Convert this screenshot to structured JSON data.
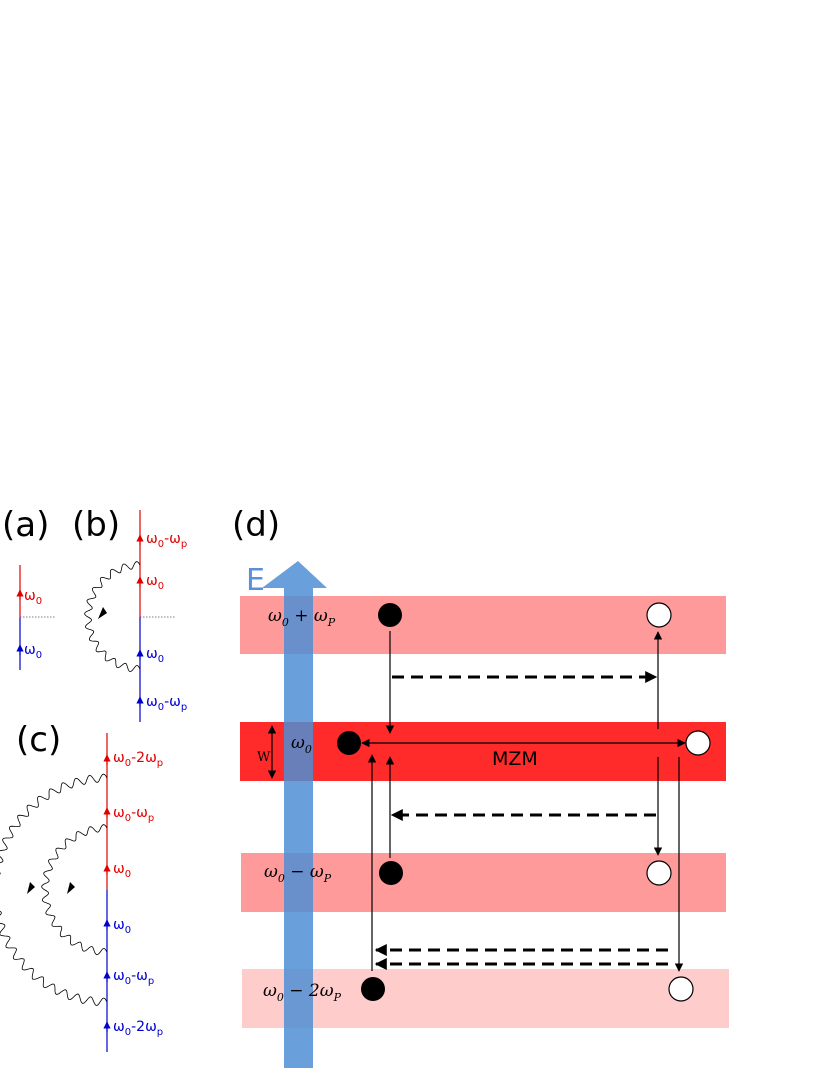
{
  "panels": {
    "a": {
      "label": "(a)",
      "levels": [
        {
          "base": "ω",
          "sub": "0",
          "suffix": "",
          "color": "#e00000"
        },
        {
          "base": "ω",
          "sub": "0",
          "suffix": "",
          "color": "#0000d0"
        }
      ]
    },
    "b": {
      "label": "(b)",
      "levels": [
        {
          "base": "ω",
          "sub": "0",
          "suffix": "-ω",
          "suffix_sub": "p",
          "color": "#e00000"
        },
        {
          "base": "ω",
          "sub": "0",
          "suffix": "",
          "suffix_sub": "",
          "color": "#e00000"
        },
        {
          "base": "ω",
          "sub": "0",
          "suffix": "",
          "suffix_sub": "",
          "color": "#0000d0"
        },
        {
          "base": "ω",
          "sub": "0",
          "suffix": "-ω",
          "suffix_sub": "p",
          "color": "#0000d0"
        }
      ]
    },
    "c": {
      "label": "(c)",
      "levels": [
        {
          "base": "ω",
          "sub": "0",
          "suffix": "-2ω",
          "suffix_sub": "p",
          "color": "#e00000"
        },
        {
          "base": "ω",
          "sub": "0",
          "suffix": "-ω",
          "suffix_sub": "p",
          "color": "#e00000"
        },
        {
          "base": "ω",
          "sub": "0",
          "suffix": "",
          "suffix_sub": "",
          "color": "#e00000"
        },
        {
          "base": "ω",
          "sub": "0",
          "suffix": "",
          "suffix_sub": "",
          "color": "#0000d0"
        },
        {
          "base": "ω",
          "sub": "0",
          "suffix": "-ω",
          "suffix_sub": "p",
          "color": "#0000d0"
        },
        {
          "base": "ω",
          "sub": "0",
          "suffix": "-2ω",
          "suffix_sub": "p",
          "color": "#0000d0"
        }
      ]
    },
    "d": {
      "label": "(d)",
      "energy_axis_label": "E",
      "width_label": "W",
      "mzm_label": "MZM",
      "bands": [
        {
          "base": "ω",
          "sub": "0",
          "rest": " + ω",
          "rest_sub": "P",
          "color": "#ff9a9a"
        },
        {
          "base": "ω",
          "sub": "0",
          "rest": "",
          "rest_sub": "",
          "color": "#ff2b2b"
        },
        {
          "base": "ω",
          "sub": "0",
          "rest": " − ω",
          "rest_sub": "P",
          "color": "#ff9a9a"
        },
        {
          "base": "ω",
          "sub": "0",
          "rest": " − 2ω",
          "rest_sub": "P",
          "color": "#ffcccc"
        }
      ],
      "colors": {
        "energy_arrow": "#4f8ed4",
        "filled_state": "#000000",
        "empty_state": "#ffffff"
      }
    }
  }
}
